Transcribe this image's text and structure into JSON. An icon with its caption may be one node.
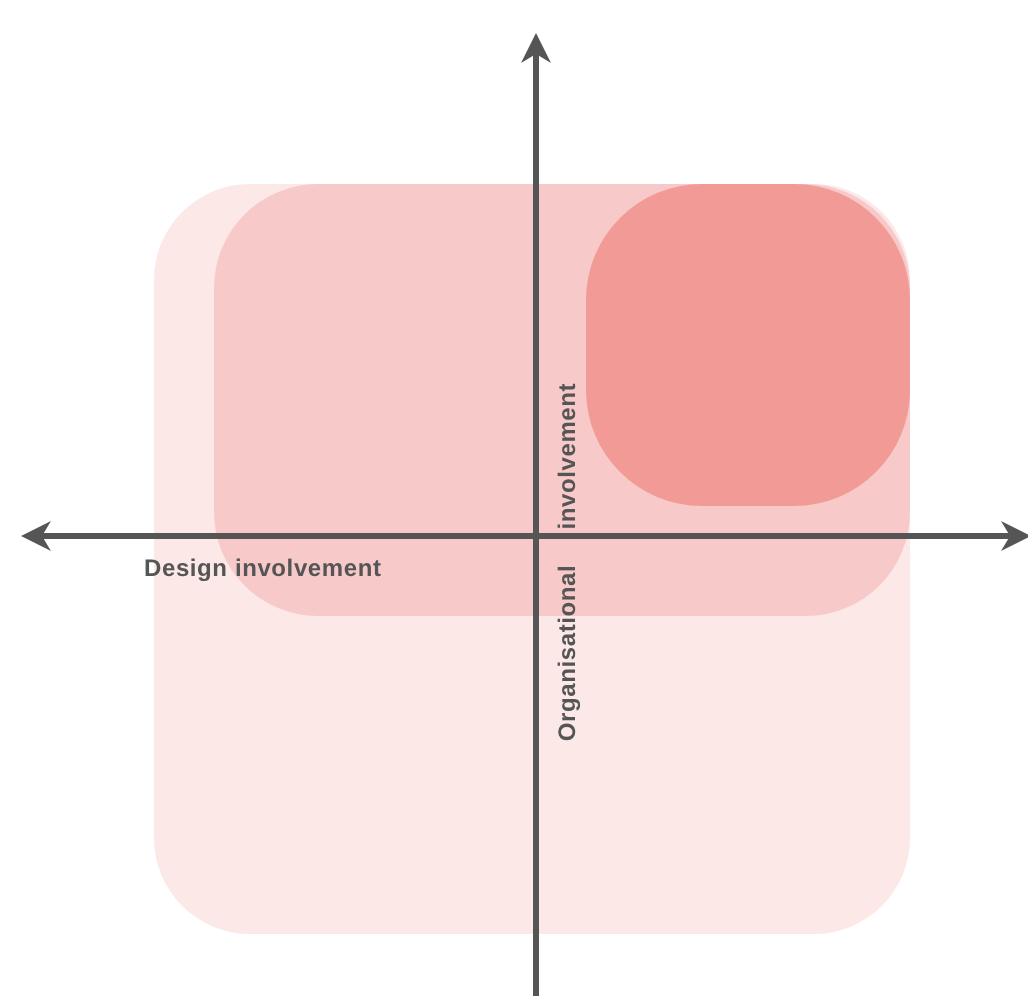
{
  "diagram": {
    "nodes": [
      {
        "text": [],
        "shape": "box"
      },
      {
        "text": [],
        "shape": "box",
        "in": 0
      },
      {
        "text": [],
        "shape": "box",
        "in": 1
      }
    ],
    "labels": [
      "Design involvement",
      "Organisational involvement"
    ]
  }
}
